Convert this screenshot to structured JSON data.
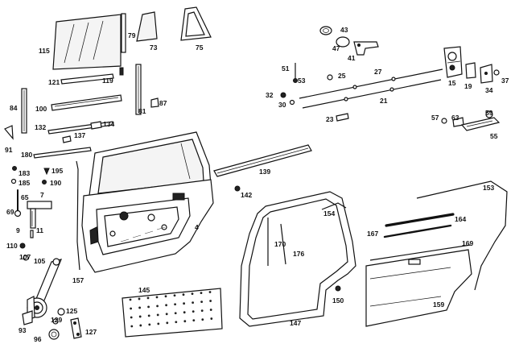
{
  "callouts": [
    {
      "id": "115",
      "text": "115"
    },
    {
      "id": "79",
      "text": "79"
    },
    {
      "id": "73",
      "text": "73"
    },
    {
      "id": "75",
      "text": "75"
    },
    {
      "id": "121",
      "text": "121"
    },
    {
      "id": "119",
      "text": "119"
    },
    {
      "id": "84",
      "text": "84"
    },
    {
      "id": "100",
      "text": "100"
    },
    {
      "id": "81",
      "text": "81"
    },
    {
      "id": "87",
      "text": "87"
    },
    {
      "id": "132",
      "text": "132"
    },
    {
      "id": "134",
      "text": "134"
    },
    {
      "id": "137",
      "text": "137"
    },
    {
      "id": "91",
      "text": "91"
    },
    {
      "id": "180",
      "text": "180"
    },
    {
      "id": "183",
      "text": "183"
    },
    {
      "id": "185",
      "text": "185"
    },
    {
      "id": "195",
      "text": "195"
    },
    {
      "id": "190",
      "text": "190"
    },
    {
      "id": "7",
      "text": "7"
    },
    {
      "id": "65",
      "text": "65"
    },
    {
      "id": "69",
      "text": "69"
    },
    {
      "id": "9",
      "text": "9"
    },
    {
      "id": "11",
      "text": "11"
    },
    {
      "id": "110",
      "text": "110"
    },
    {
      "id": "107",
      "text": "107"
    },
    {
      "id": "105",
      "text": "105"
    },
    {
      "id": "4",
      "text": "4"
    },
    {
      "id": "157",
      "text": "157"
    },
    {
      "id": "145",
      "text": "145"
    },
    {
      "id": "125",
      "text": "125"
    },
    {
      "id": "129",
      "text": "129"
    },
    {
      "id": "93",
      "text": "93"
    },
    {
      "id": "96",
      "text": "96"
    },
    {
      "id": "127",
      "text": "127"
    },
    {
      "id": "139",
      "text": "139"
    },
    {
      "id": "142",
      "text": "142"
    },
    {
      "id": "43",
      "text": "43"
    },
    {
      "id": "47",
      "text": "47"
    },
    {
      "id": "41",
      "text": "41"
    },
    {
      "id": "51",
      "text": "51"
    },
    {
      "id": "53",
      "text": "53"
    },
    {
      "id": "25",
      "text": "25"
    },
    {
      "id": "27",
      "text": "27"
    },
    {
      "id": "32",
      "text": "32"
    },
    {
      "id": "30",
      "text": "30"
    },
    {
      "id": "21",
      "text": "21"
    },
    {
      "id": "15",
      "text": "15"
    },
    {
      "id": "19",
      "text": "19"
    },
    {
      "id": "34",
      "text": "34"
    },
    {
      "id": "37",
      "text": "37"
    },
    {
      "id": "23",
      "text": "23"
    },
    {
      "id": "57",
      "text": "57"
    },
    {
      "id": "63",
      "text": "63"
    },
    {
      "id": "59",
      "text": "59"
    },
    {
      "id": "55",
      "text": "55"
    },
    {
      "id": "153",
      "text": "153"
    },
    {
      "id": "154",
      "text": "154"
    },
    {
      "id": "164",
      "text": "164"
    },
    {
      "id": "167",
      "text": "167"
    },
    {
      "id": "169",
      "text": "169"
    },
    {
      "id": "170",
      "text": "170"
    },
    {
      "id": "176",
      "text": "176"
    },
    {
      "id": "150",
      "text": "150"
    },
    {
      "id": "159",
      "text": "159"
    },
    {
      "id": "147",
      "text": "147"
    }
  ]
}
